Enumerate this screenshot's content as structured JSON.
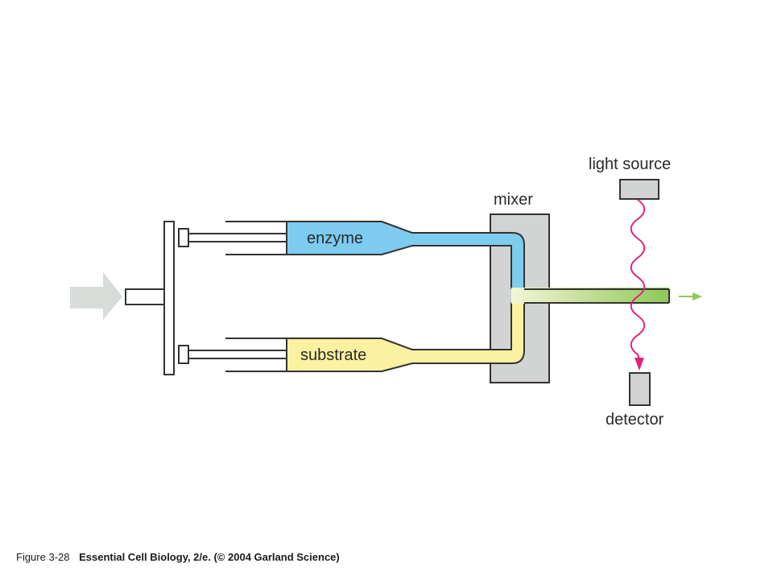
{
  "labels": {
    "enzyme": "enzyme",
    "substrate": "substrate",
    "mixer": "mixer",
    "light_source": "light source",
    "detector": "detector"
  },
  "caption": {
    "figure_number": "Figure 3-28",
    "source": "Essential Cell Biology, 2/e. (© 2004 Garland Science)"
  },
  "colors": {
    "enzyme": "#7ecbf0",
    "substrate": "#fbf1a0",
    "product": "#8fc75a",
    "mixer": "#d2d4d3",
    "light_beam": "#e0237e",
    "push_arrow": "#d7dcd9",
    "outline": "#333333"
  }
}
